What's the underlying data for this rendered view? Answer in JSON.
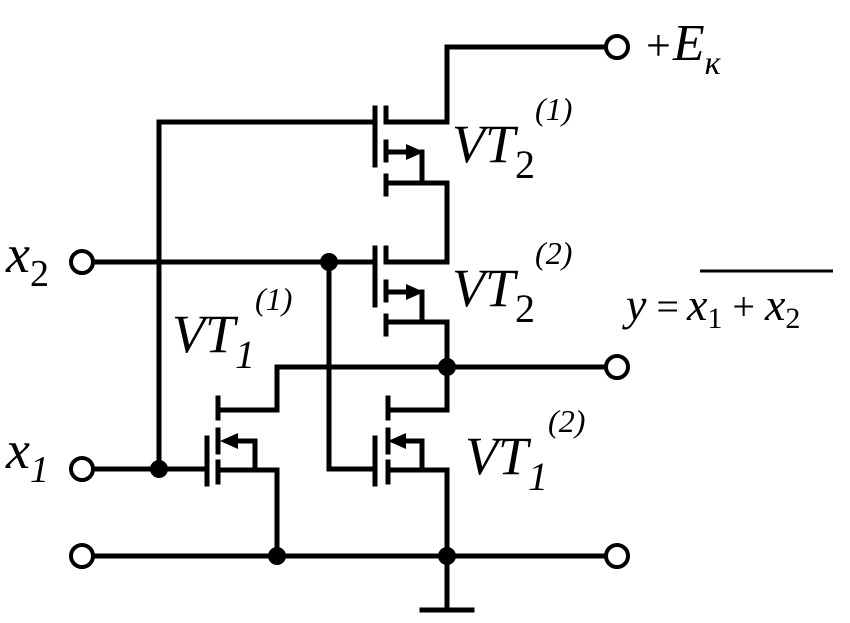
{
  "labels": {
    "supply_sign": "+",
    "supply_main": "E",
    "supply_sub": "к",
    "x2_main": "x",
    "x2_sub": "2",
    "x1_main": "x",
    "x1_sub": "1",
    "vt": "VT",
    "vt2_1_sub": "2",
    "vt2_1_sup": "(1)",
    "vt2_2_sub": "2",
    "vt2_2_sup": "(2)",
    "vt1_1_sub": "1",
    "vt1_1_sup": "(1)",
    "vt1_2_sub": "1",
    "vt1_2_sup": "(2)",
    "out_y": "y",
    "out_eq": "=",
    "out_x1": "x",
    "out_x1_sub": "1",
    "out_plus": "+",
    "out_x2": "x",
    "out_x2_sub": "2"
  }
}
